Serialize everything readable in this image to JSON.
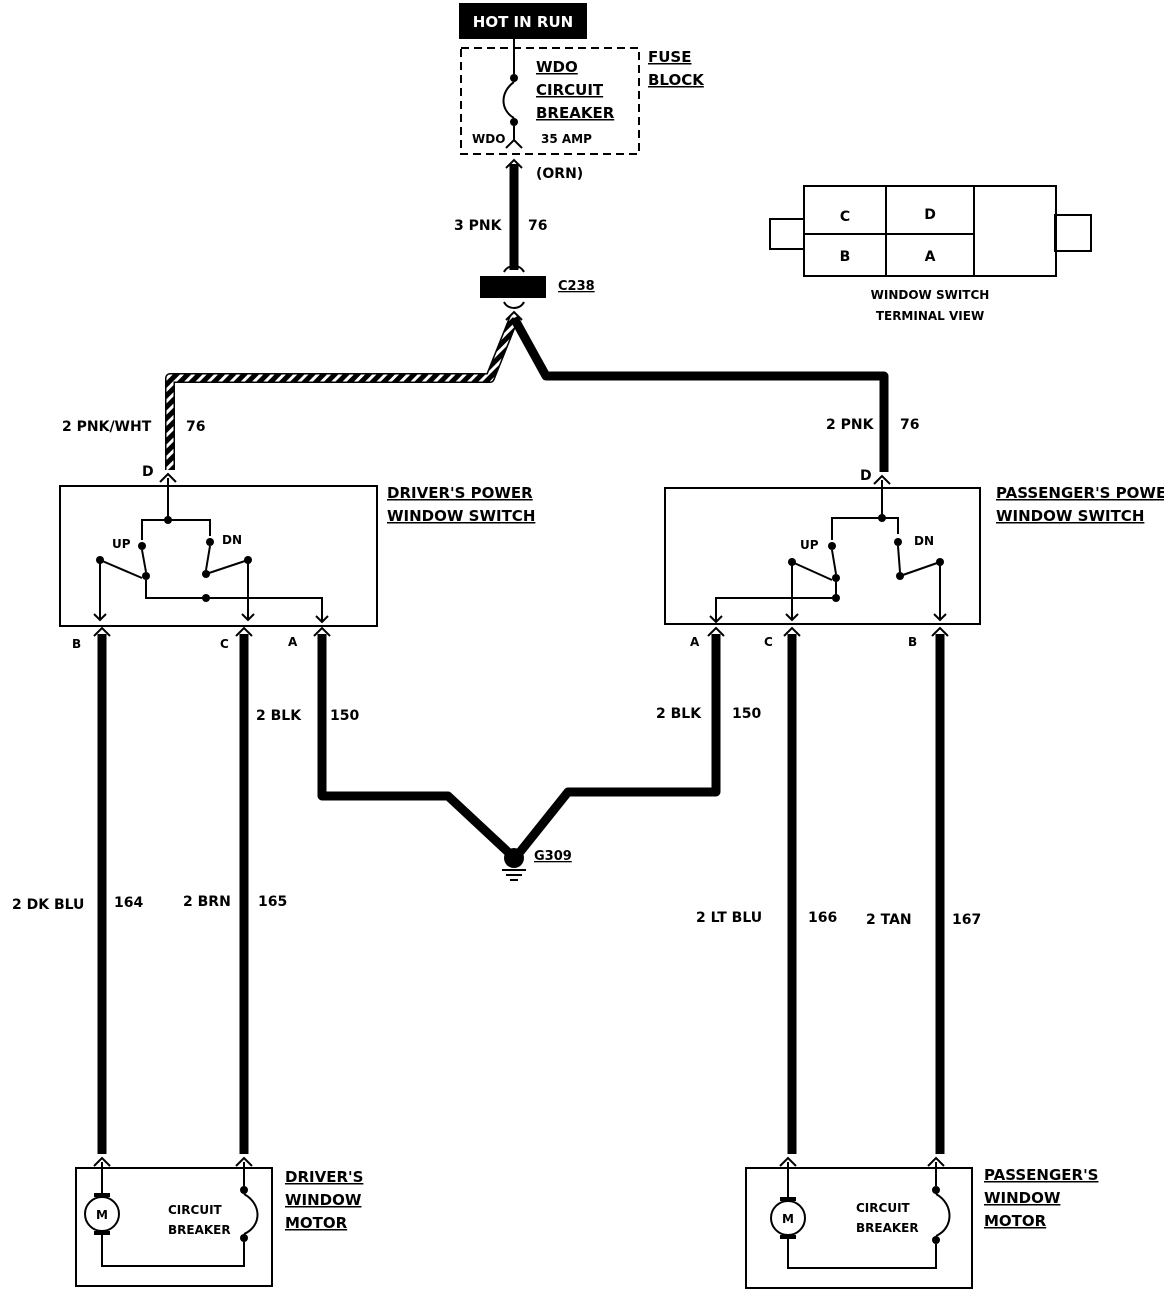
{
  "power_source": {
    "label": "HOT IN RUN"
  },
  "fuse_block": {
    "title_line1": "FUSE",
    "title_line2": "BLOCK",
    "breaker_line1": "WDO",
    "breaker_line2": "CIRCUIT",
    "breaker_line3": "BREAKER",
    "terminal": "WDO",
    "rating": "35 AMP",
    "wire_color": "(ORN)"
  },
  "feed_wire": {
    "gauge_color": "3 PNK",
    "circuit": "76"
  },
  "connector": {
    "label": "C238"
  },
  "terminal_view": {
    "caption_line1": "WINDOW SWITCH",
    "caption_line2": "TERMINAL VIEW",
    "cells": [
      "C",
      "D",
      "B",
      "A"
    ]
  },
  "driver": {
    "feed_wire": {
      "gauge_color": "2 PNK/WHT",
      "circuit": "76"
    },
    "switch": {
      "title_line1": "DRIVER'S POWER",
      "title_line2": "WINDOW SWITCH",
      "up": "UP",
      "dn": "DN",
      "terminal_d": "D",
      "terminal_b": "B",
      "terminal_c": "C",
      "terminal_a": "A"
    },
    "ground_wire": {
      "gauge_color": "2 BLK",
      "circuit": "150"
    },
    "motor_wire_1": {
      "gauge_color": "2 DK BLU",
      "circuit": "164"
    },
    "motor_wire_2": {
      "gauge_color": "2 BRN",
      "circuit": "165"
    },
    "motor": {
      "title_line1": "DRIVER'S",
      "title_line2": "WINDOW",
      "title_line3": "MOTOR",
      "breaker_line1": "CIRCUIT",
      "breaker_line2": "BREAKER",
      "symbol": "M"
    }
  },
  "passenger": {
    "feed_wire": {
      "gauge_color": "2 PNK",
      "circuit": "76"
    },
    "switch": {
      "title_line1": "PASSENGER'S POWER",
      "title_line2": "WINDOW SWITCH",
      "up": "UP",
      "dn": "DN",
      "terminal_d": "D",
      "terminal_a": "A",
      "terminal_c": "C",
      "terminal_b": "B"
    },
    "ground_wire": {
      "gauge_color": "2 BLK",
      "circuit": "150"
    },
    "motor_wire_1": {
      "gauge_color": "2 LT BLU",
      "circuit": "166"
    },
    "motor_wire_2": {
      "gauge_color": "2 TAN",
      "circuit": "167"
    },
    "motor": {
      "title_line1": "PASSENGER'S",
      "title_line2": "WINDOW",
      "title_line3": "MOTOR",
      "breaker_line1": "CIRCUIT",
      "breaker_line2": "BREAKER",
      "symbol": "M"
    }
  },
  "ground": {
    "label": "G309"
  }
}
